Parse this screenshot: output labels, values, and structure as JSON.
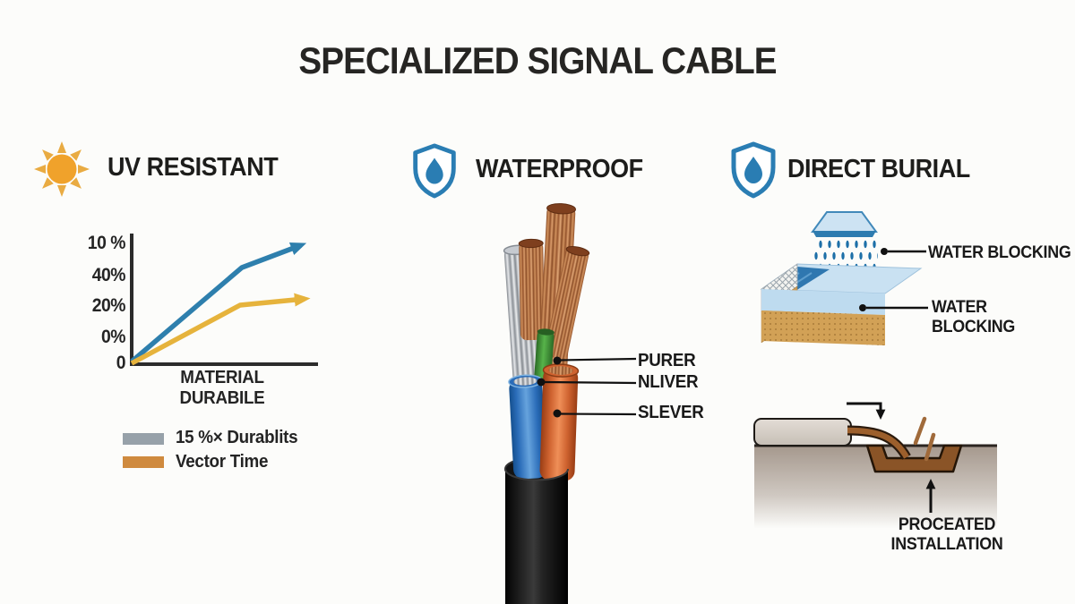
{
  "title": "SPECIALIZED SIGNAL CABLE",
  "palette": {
    "background": "#fcfcfa",
    "accent_blue": "#2a7db3",
    "sun_orange": "#f0a22b",
    "chart_blue": "#2e7fad",
    "chart_yellow": "#e6b33c",
    "copper": "#c07a4e",
    "cable_jacket": "#0b0b0b",
    "soil_brown": "#8a5427"
  },
  "uv_section": {
    "heading": "UV RESISTANT",
    "icon": "sun-icon",
    "xlabel_line1": "MATERIAL",
    "xlabel_line2": "DURABILE"
  },
  "waterproof_section": {
    "heading": "WATERPROOF",
    "icon": "shield-water-drop-icon",
    "cable_labels": [
      "PURER",
      "NLIVER",
      "SLEVER"
    ]
  },
  "burial_section": {
    "heading": "DIRECT BURIAL",
    "icon": "shield-water-drop-icon",
    "rain_label": "WATER BLOCKING",
    "soil_label_line1": "WATER",
    "soil_label_line2": "BLOCKING",
    "install_label_line1": "PROCEATED",
    "install_label_line2": "INSTALLATION"
  },
  "chart_data": {
    "type": "line",
    "title": "",
    "xlabel": "MATERIAL DURABILE",
    "ylabel": "",
    "ytick_labels": [
      "10 %",
      "40%",
      "20%",
      "0%",
      "0"
    ],
    "grid": false,
    "legend_position": "below-left",
    "series": [
      {
        "name": "blue-trend",
        "color": "#2e7fad",
        "arrow_end": true,
        "points_axis_fraction": [
          [
            0.0,
            0.0
          ],
          [
            0.6,
            0.74
          ],
          [
            0.94,
            0.93
          ]
        ]
      },
      {
        "name": "yellow-trend",
        "color": "#e6b33c",
        "arrow_end": true,
        "points_axis_fraction": [
          [
            0.0,
            0.0
          ],
          [
            0.59,
            0.45
          ],
          [
            0.97,
            0.5
          ]
        ]
      }
    ],
    "legend": [
      {
        "swatch_color": "#97a1a9",
        "label": "15 %× Durablits"
      },
      {
        "swatch_color": "#cf8a3e",
        "label": "Vector Time"
      }
    ]
  }
}
